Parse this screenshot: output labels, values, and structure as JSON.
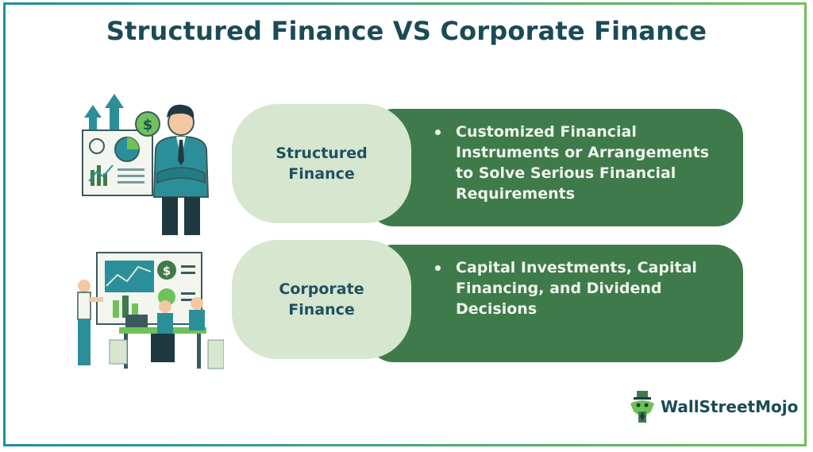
{
  "title": "Structured Finance VS Corporate Finance",
  "rows": [
    {
      "label_line1": "Structured",
      "label_line2": "Finance",
      "description": "Customized Financial Instruments or Arrangements to Solve Serious Financial Requirements"
    },
    {
      "label_line1": "Corporate",
      "label_line2": "Finance",
      "description": "Capital Investments, Capital Financing, and Dividend Decisions"
    }
  ],
  "logo": {
    "text": "WallStreetMojo",
    "icon": "mojo-mascot-icon"
  },
  "illustrations": {
    "top": "businessman-with-charts-illustration",
    "bottom": "team-meeting-with-dashboard-illustration"
  },
  "colors": {
    "title": "#1b4b55",
    "bar": "#3f7a4b",
    "pill": "#d6e6cf",
    "frame_start": "#1f8fa3",
    "frame_end": "#6fc15a"
  }
}
